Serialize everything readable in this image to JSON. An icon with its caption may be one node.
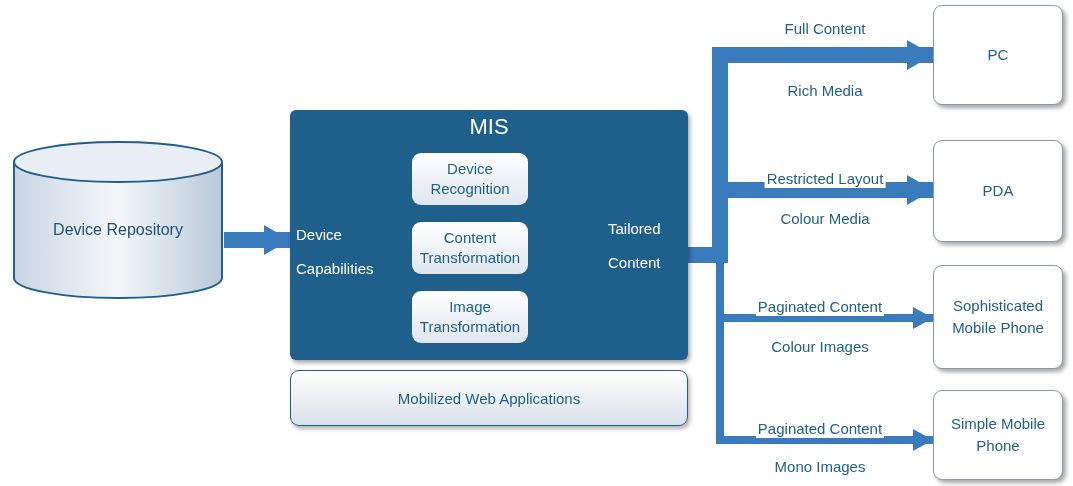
{
  "diagram": {
    "nodes": [
      {
        "text": [
          "Device Repository"
        ]
      },
      {
        "text": [
          "MIS",
          "Device Capabilities",
          "Tailored Content"
        ]
      },
      {
        "text": [
          "Device Recognition"
        ],
        "in": 1
      },
      {
        "text": [
          "Content Transformation"
        ],
        "in": 1
      },
      {
        "text": [
          "Image Transformation"
        ],
        "in": 1
      },
      {
        "text": [
          "Mobilized Web Applications"
        ]
      },
      {
        "text": [
          "PC"
        ]
      },
      {
        "text": [
          "PDA"
        ]
      },
      {
        "text": [
          "Sophisticated Mobile Phone"
        ]
      },
      {
        "text": [
          "Simple Mobile Phone"
        ]
      }
    ],
    "edges": [
      {
        "from": 0,
        "to": 1,
        "arrow": "to"
      },
      {
        "from": 1,
        "to": 6,
        "arrow": "to",
        "label": "Full Content"
      },
      {
        "from": 1,
        "to": 7,
        "arrow": "to",
        "label": "Restricted Layout"
      },
      {
        "from": 1,
        "to": 8,
        "arrow": "to",
        "label": "Paginated Content"
      },
      {
        "from": 1,
        "to": 9,
        "arrow": "to",
        "label": "Paginated Content"
      }
    ],
    "labels": [
      "Rich Media",
      "Colour Media",
      "Colour Images",
      "Mono Images"
    ]
  }
}
